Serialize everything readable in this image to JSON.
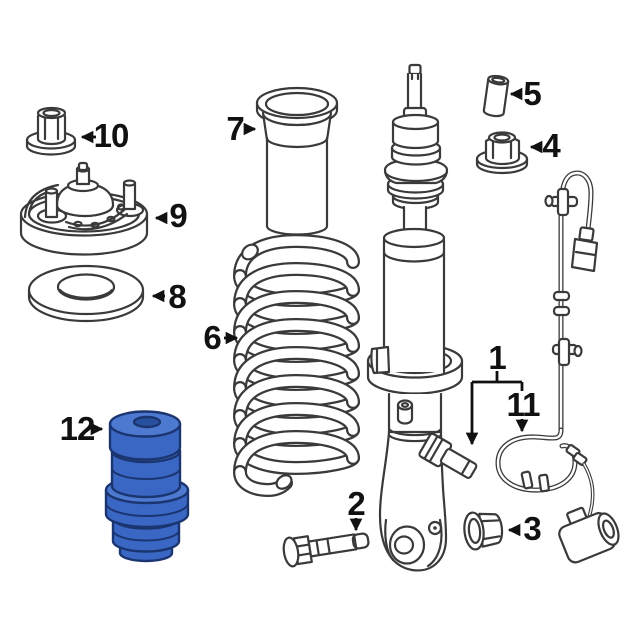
{
  "background": "#ffffff",
  "line_color": "#3a3a3a",
  "label_color": "#111111",
  "highlight": {
    "fill": "#3a67c4",
    "top_fill": "#4d7ad0",
    "hole_fill": "#27509f",
    "stroke": "#1b3570"
  },
  "parts": {
    "p1": {
      "label": "1",
      "name": "shock-absorber-strut"
    },
    "p2": {
      "label": "2",
      "name": "mount-bolt"
    },
    "p3": {
      "label": "3",
      "name": "mount-nut"
    },
    "p4": {
      "label": "4",
      "name": "flange-nut"
    },
    "p5": {
      "label": "5",
      "name": "spacer-sleeve"
    },
    "p6": {
      "label": "6",
      "name": "coil-spring"
    },
    "p7": {
      "label": "7",
      "name": "dust-boot"
    },
    "p8": {
      "label": "8",
      "name": "spring-insulator-ring"
    },
    "p9": {
      "label": "9",
      "name": "strut-mount"
    },
    "p10": {
      "label": "10",
      "name": "strut-mount-nut"
    },
    "p11": {
      "label": "11",
      "name": "sensor-harness-loop"
    },
    "p12": {
      "label": "12",
      "name": "bump-stop-highlighted"
    }
  }
}
